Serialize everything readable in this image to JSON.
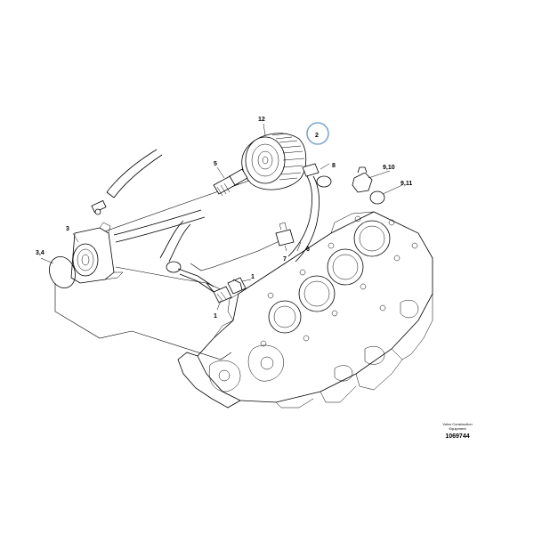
{
  "callouts": {
    "c1a": "1",
    "c1b": "1",
    "c2": "2",
    "c3": "3",
    "c34": "3,4",
    "c5": "5",
    "c6": "6",
    "c7": "7",
    "c8": "8",
    "c910": "9,10",
    "c911": "9,11",
    "c12": "12"
  },
  "highlight_color": "#7fa7c9",
  "stamp": {
    "company_line1": "Volvo Construction",
    "company_line2": "Equipment",
    "number": "1069744"
  }
}
